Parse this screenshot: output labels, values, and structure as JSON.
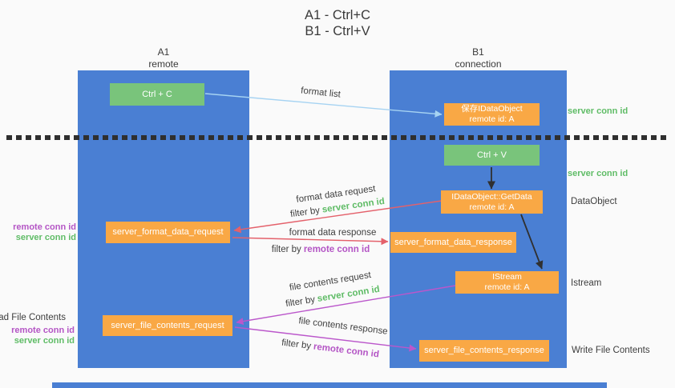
{
  "title": {
    "line1": "A1 - Ctrl+C",
    "line2": "B1 - Ctrl+V"
  },
  "lanes": {
    "a1": {
      "name": "A1",
      "subtitle": "remote"
    },
    "b1": {
      "name": "B1",
      "subtitle": "connection"
    }
  },
  "nodes": {
    "ctrl_c": {
      "label": "Ctrl + C"
    },
    "ctrl_v": {
      "label": "Ctrl + V"
    },
    "save_dataobject": {
      "line1": "保存IDataObject",
      "line2": "remote id: A"
    },
    "getdata": {
      "line1": "IDataObject::GetData",
      "line2": "remote id: A"
    },
    "istream": {
      "line1": "IStream",
      "line2": "remote id: A"
    },
    "server_format_data_request": {
      "label": "server_format_data_request"
    },
    "server_format_data_response": {
      "label": "server_format_data_response"
    },
    "server_file_contents_request": {
      "label": "server_file_contents_request"
    },
    "server_file_contents_response": {
      "label": "server_file_contents_response"
    }
  },
  "edge_labels": {
    "format_list": "format list",
    "format_data_request": "format data request",
    "format_data_response": "format data response",
    "file_contents_request": "file contents request",
    "file_contents_response": "file contents response",
    "filter_by": "filter by",
    "server_conn_id": "server conn id",
    "remote_conn_id": "remote conn id"
  },
  "side_labels": {
    "server_conn_id": "server conn id",
    "remote_conn_id": "remote conn id",
    "dataobject": "DataObject",
    "istream": "Istream",
    "read_file_contents": "Read File Contents",
    "write_file_contents": "Write File Contents"
  },
  "colors": {
    "lane_blue": "#4a7fd3",
    "node_green": "#79c47b",
    "node_orange": "#f9a845",
    "label_green": "#5fbc66",
    "label_purple": "#b455c5",
    "arrow_red": "#e4616b",
    "arrow_magenta": "#bb57cb",
    "arrow_blue": "#a6d3f2",
    "arrow_black": "#303030",
    "text_dark": "#3d3d3d",
    "background": "#fafafa"
  }
}
